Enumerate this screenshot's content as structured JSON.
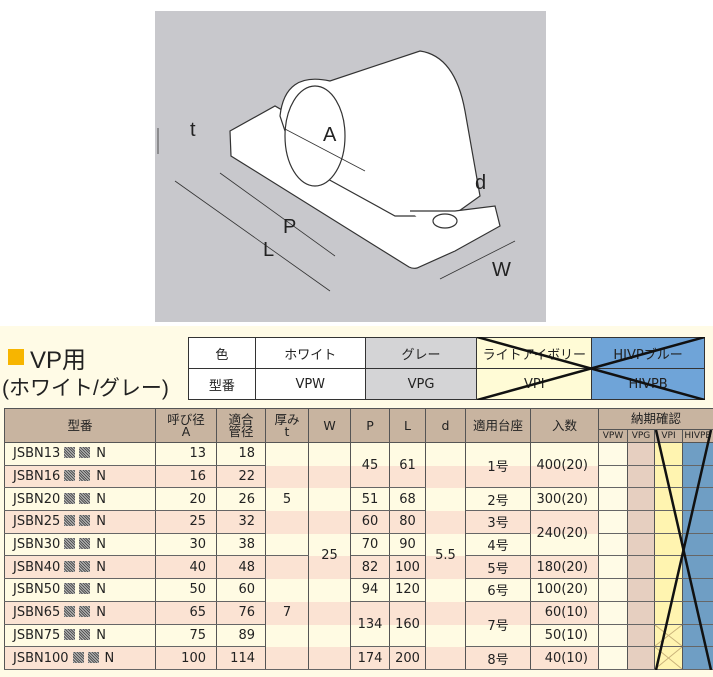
{
  "figure": {
    "labels": {
      "t": "t",
      "A": "A",
      "d": "d",
      "P": "P",
      "L": "L",
      "W": "W"
    }
  },
  "title": {
    "line1": "VP用",
    "line2": "(ホワイト/グレー)",
    "marker_color": "#f7b500"
  },
  "color_table": {
    "row_labels": [
      "色",
      "型番"
    ],
    "colors": [
      {
        "name": "ホワイト",
        "code": "VPW",
        "crossed": false
      },
      {
        "name": "グレー",
        "code": "VPG",
        "crossed": false
      },
      {
        "name": "ライトアイボリー",
        "code": "VPI",
        "crossed": true
      },
      {
        "name": "HIVPブルー",
        "code": "HIVPB",
        "crossed": true
      }
    ]
  },
  "table": {
    "headers": {
      "model": "型番",
      "nominal": [
        "呼び径",
        "A"
      ],
      "pipe": [
        "適合",
        "管径"
      ],
      "thick": [
        "厚み",
        "t"
      ],
      "W": "W",
      "P": "P",
      "L": "L",
      "d": "d",
      "base": "適用台座",
      "qty": "入数",
      "delivery": "納期確認",
      "delivery_sub": [
        "VPW",
        "VPG",
        "VPI",
        "HIVPB"
      ]
    },
    "rows": [
      {
        "model_prefix": "JSBN13",
        "model_suffix": "N",
        "A": "13",
        "pipe": "18"
      },
      {
        "model_prefix": "JSBN16",
        "model_suffix": "N",
        "A": "16",
        "pipe": "22"
      },
      {
        "model_prefix": "JSBN20",
        "model_suffix": "N",
        "A": "20",
        "pipe": "26"
      },
      {
        "model_prefix": "JSBN25",
        "model_suffix": "N",
        "A": "25",
        "pipe": "32"
      },
      {
        "model_prefix": "JSBN30",
        "model_suffix": "N",
        "A": "30",
        "pipe": "38"
      },
      {
        "model_prefix": "JSBN40",
        "model_suffix": "N",
        "A": "40",
        "pipe": "48"
      },
      {
        "model_prefix": "JSBN50",
        "model_suffix": "N",
        "A": "50",
        "pipe": "60"
      },
      {
        "model_prefix": "JSBN65",
        "model_suffix": "N",
        "A": "65",
        "pipe": "76"
      },
      {
        "model_prefix": "JSBN75",
        "model_suffix": "N",
        "A": "75",
        "pipe": "89"
      },
      {
        "model_prefix": "JSBN100",
        "model_suffix": "N",
        "A": "100",
        "pipe": "114"
      }
    ],
    "merged": {
      "t": [
        {
          "v": "5",
          "rows": 5
        },
        {
          "v": "7",
          "rows": 5
        }
      ],
      "W": [
        {
          "v": "25",
          "rows": 10
        }
      ],
      "P": [
        {
          "v": "45",
          "rows": 2
        },
        {
          "v": "51",
          "rows": 1
        },
        {
          "v": "60",
          "rows": 1
        },
        {
          "v": "70",
          "rows": 1
        },
        {
          "v": "82",
          "rows": 1
        },
        {
          "v": "94",
          "rows": 1
        },
        {
          "v": "134",
          "rows": 2
        },
        {
          "v": "174",
          "rows": 1
        }
      ],
      "L": [
        {
          "v": "61",
          "rows": 2
        },
        {
          "v": "68",
          "rows": 1
        },
        {
          "v": "80",
          "rows": 1
        },
        {
          "v": "90",
          "rows": 1
        },
        {
          "v": "100",
          "rows": 1
        },
        {
          "v": "120",
          "rows": 1
        },
        {
          "v": "160",
          "rows": 2
        },
        {
          "v": "200",
          "rows": 1
        }
      ],
      "d": [
        {
          "v": "5.5",
          "rows": 10
        }
      ],
      "base": [
        {
          "v": "1号",
          "rows": 2
        },
        {
          "v": "2号",
          "rows": 1
        },
        {
          "v": "3号",
          "rows": 1
        },
        {
          "v": "4号",
          "rows": 1
        },
        {
          "v": "5号",
          "rows": 1
        },
        {
          "v": "6号",
          "rows": 1
        },
        {
          "v": "7号",
          "rows": 2
        },
        {
          "v": "8号",
          "rows": 1
        }
      ],
      "qty": [
        {
          "v": "400(20)",
          "rows": 2
        },
        {
          "v": "300(20)",
          "rows": 1
        },
        {
          "v": "240(20)",
          "rows": 2
        },
        {
          "v": "180(20)",
          "rows": 1
        },
        {
          "v": "100(20)",
          "rows": 1
        },
        {
          "v": "60(10)",
          "rows": 1
        },
        {
          "v": "50(10)",
          "rows": 1
        },
        {
          "v": "40(10)",
          "rows": 1
        }
      ]
    }
  }
}
